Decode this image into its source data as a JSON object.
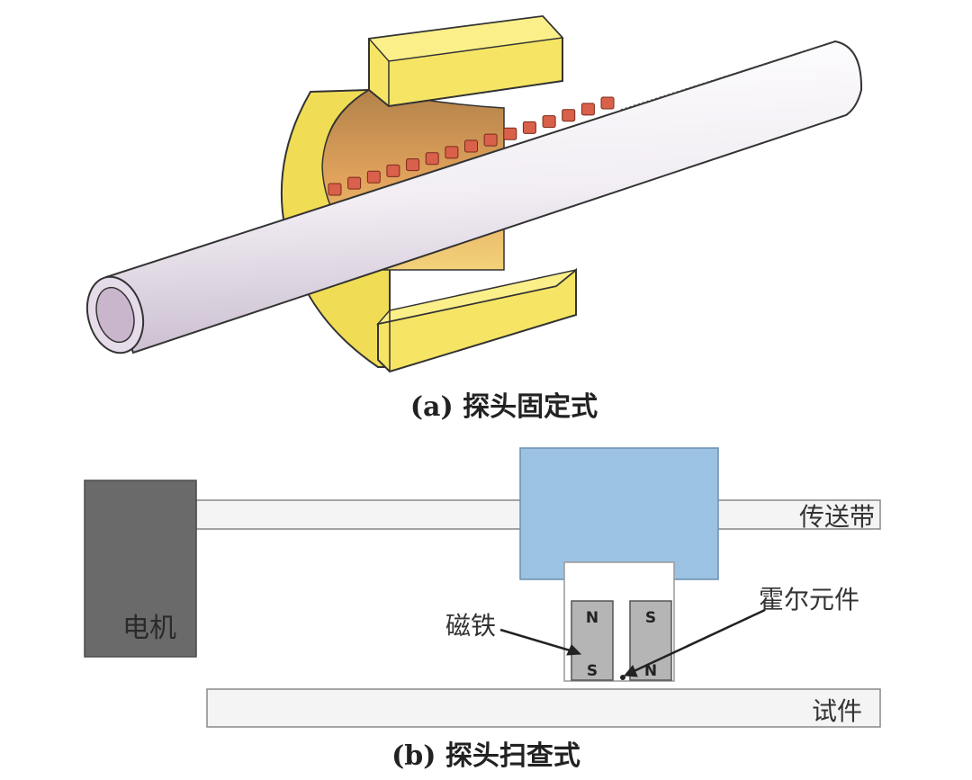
{
  "panel_a": {
    "caption": "(a) 探头固定式"
  },
  "panel_b": {
    "caption": "(b) 探头扫查式",
    "labels": {
      "motor": "电机",
      "conveyor": "传送带",
      "magnet": "磁铁",
      "hall_element": "霍尔元件",
      "specimen": "试件"
    },
    "magnet_left": {
      "top": "N",
      "bottom": "S"
    },
    "magnet_right": {
      "top": "S",
      "bottom": "N"
    }
  },
  "colors": {
    "yoke": "#f3e35a",
    "yoke_inner": "#e2a35a",
    "pipe": "#f2eef4",
    "sensor": "#d9604a",
    "probe_block": "#9cc2e3",
    "motor": "#6a6a6a",
    "magnet": "#b5b5b5"
  }
}
